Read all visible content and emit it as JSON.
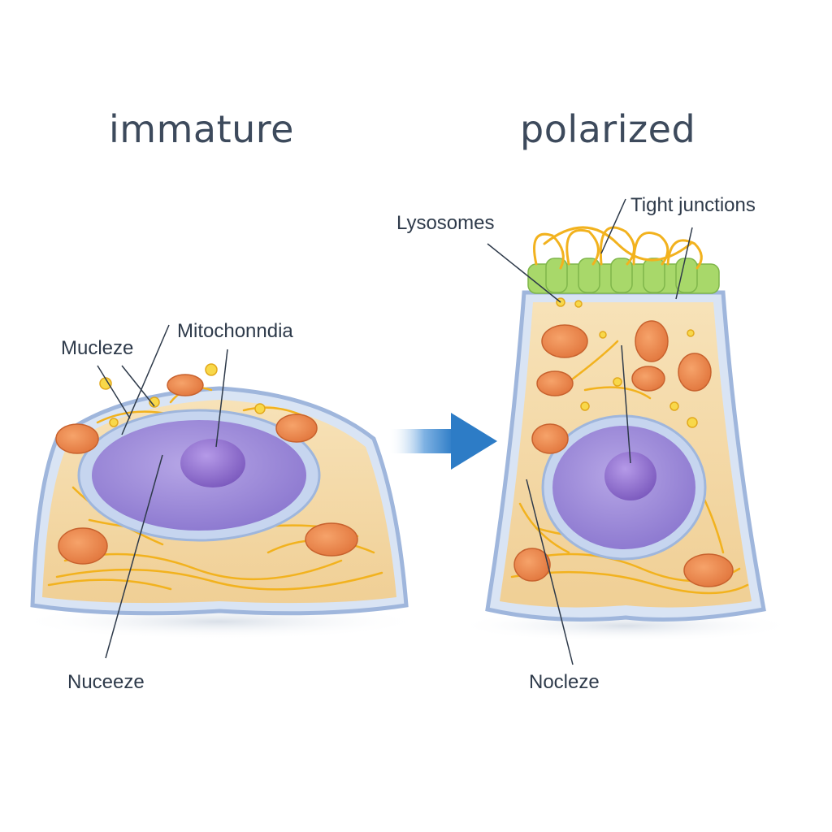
{
  "headings": {
    "left": "immature",
    "right": "polarized"
  },
  "labels": {
    "left_top_a": "Mucleze",
    "left_top_b": "Mitochonndia",
    "left_bottom": "Nuceeze",
    "right_top_a": "Lysosomes",
    "right_top_b": "Tight junctions",
    "right_bottom": "Nocleze"
  },
  "colors": {
    "cytoplasm": "#f3d9a8",
    "membrane": "#b9cbe8",
    "nucleus": "#9c8ad6",
    "nucleolus": "#8a6cc9",
    "mitochondria": "#ee8a4a",
    "fibers": "#f2b21e",
    "tight_junction": "#a8d86a",
    "arrow": "#2d7cc6"
  }
}
